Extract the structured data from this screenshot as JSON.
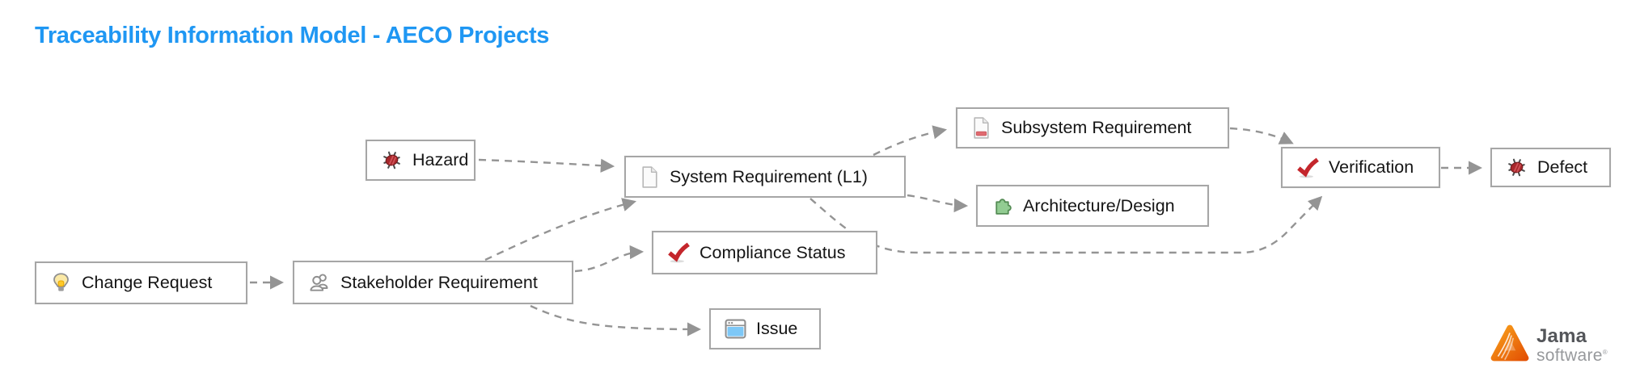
{
  "title": "Traceability Information Model - AECO Projects",
  "colors": {
    "title_blue": "#1F97F3",
    "connector_gray": "#949494",
    "box_border_gray": "#a6a6a6",
    "bug_red": "#A8272B",
    "check_red": "#C4262C",
    "puzzle_green": "#92CC92",
    "issue_blue": "#7EC8F7",
    "bulb_yellow": "#FBE9A6",
    "doc_bar_red": "#E06A70",
    "logo_orange": "#E85D10"
  },
  "nodes": [
    {
      "label": "Change Request",
      "icon": "lightbulb-icon"
    },
    {
      "label": "Stakeholder Requirement",
      "icon": "people-icon"
    },
    {
      "label": "Hazard",
      "icon": "bug-icon"
    },
    {
      "label": "System Requirement (L1)",
      "icon": "document-icon"
    },
    {
      "label": "Subsystem Requirement",
      "icon": "document-red-icon"
    },
    {
      "label": "Compliance Status",
      "icon": "check-icon"
    },
    {
      "label": "Issue",
      "icon": "window-icon"
    },
    {
      "label": "Architecture/Design",
      "icon": "puzzle-icon"
    },
    {
      "label": "Verification",
      "icon": "check-icon"
    },
    {
      "label": "Defect",
      "icon": "bug-icon"
    }
  ],
  "edges": [
    {
      "from": "Change Request",
      "to": "Stakeholder Requirement"
    },
    {
      "from": "Stakeholder Requirement",
      "to": "System Requirement (L1)"
    },
    {
      "from": "Stakeholder Requirement",
      "to": "Compliance Status"
    },
    {
      "from": "Stakeholder Requirement",
      "to": "Issue"
    },
    {
      "from": "Hazard",
      "to": "System Requirement (L1)"
    },
    {
      "from": "System Requirement (L1)",
      "to": "Subsystem Requirement"
    },
    {
      "from": "System Requirement (L1)",
      "to": "Architecture/Design"
    },
    {
      "from": "System Requirement (L1)",
      "to": "Verification"
    },
    {
      "from": "Subsystem Requirement",
      "to": "Verification"
    },
    {
      "from": "Verification",
      "to": "Defect"
    }
  ],
  "logo": {
    "brand": "Jama",
    "sub": "software",
    "reg": "®"
  }
}
